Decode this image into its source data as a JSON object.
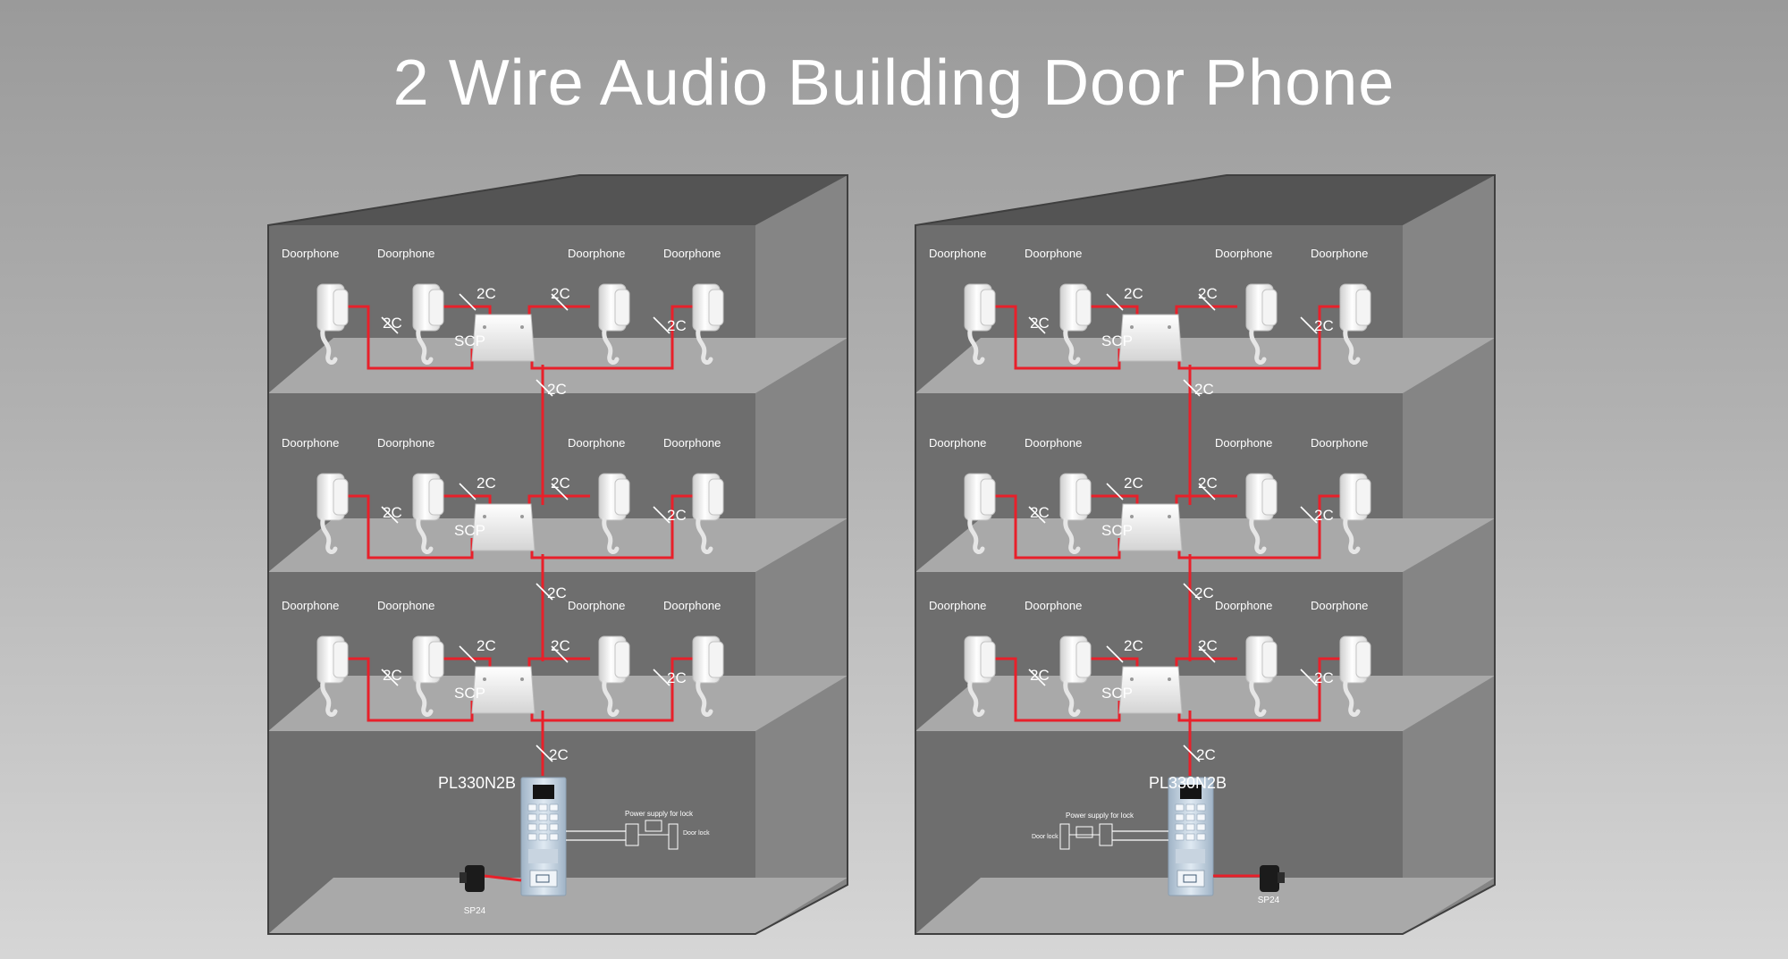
{
  "title": "2 Wire Audio Building Door Phone",
  "labels": {
    "doorphone": "Doorphone",
    "cable": "2C",
    "scp": "SCP",
    "panel_model": "PL330N2B",
    "power_supply_for_lock": "Power supply for lock",
    "door_lock": "Door lock",
    "power_adapter": "SP24"
  },
  "colors": {
    "wire": "#e8202a",
    "building_wall": "#6e6e6e",
    "building_top": "#545454",
    "building_side": "#858585",
    "floor_slab": "#a9a9a9"
  }
}
